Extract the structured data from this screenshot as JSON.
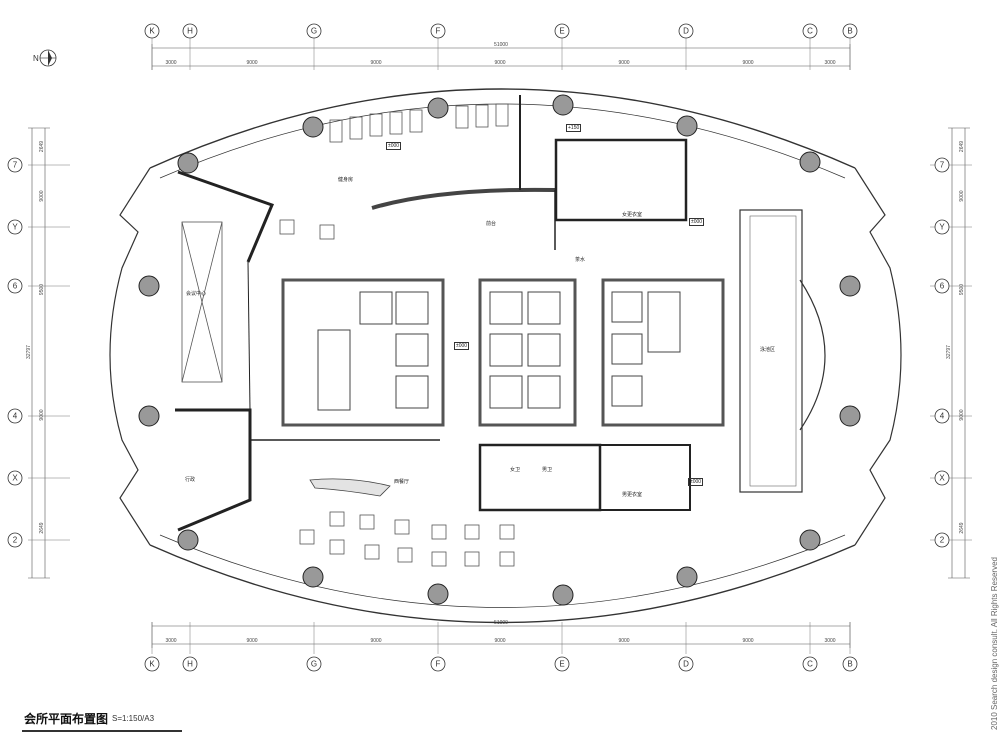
{
  "title": {
    "main": "会所平面布置图",
    "scale": "S=1:150/A3"
  },
  "copyright": "2010 Search design consult. All Rights Reserved",
  "north_label": "N",
  "grid": {
    "columns": [
      "K",
      "H",
      "G",
      "F",
      "E",
      "D",
      "C",
      "B"
    ],
    "rows": [
      "7",
      "Y",
      "6",
      "4",
      "X",
      "2"
    ],
    "col_dims": [
      "3000",
      "9000",
      "9000",
      "9000",
      "9000",
      "9000",
      "3000"
    ],
    "col_total": "51000",
    "row_dims": [
      "2649",
      "9000",
      "9500",
      "9000",
      "2649"
    ],
    "row_total": "32797"
  },
  "rooms": {
    "gym": "健身房",
    "conference": "会议中心",
    "office": "行政",
    "reception": "前台",
    "cafe": "茶水",
    "restaurant": "西餐厅",
    "pool": "泳池区",
    "women_lockers": "女更衣室",
    "men_lockers": "男更衣室",
    "women_wc": "女卫",
    "men_wc": "男卫",
    "level_a": "±000",
    "level_b": "+150",
    "level_c": "±000",
    "level_d": "±000",
    "level_e": "±000"
  }
}
